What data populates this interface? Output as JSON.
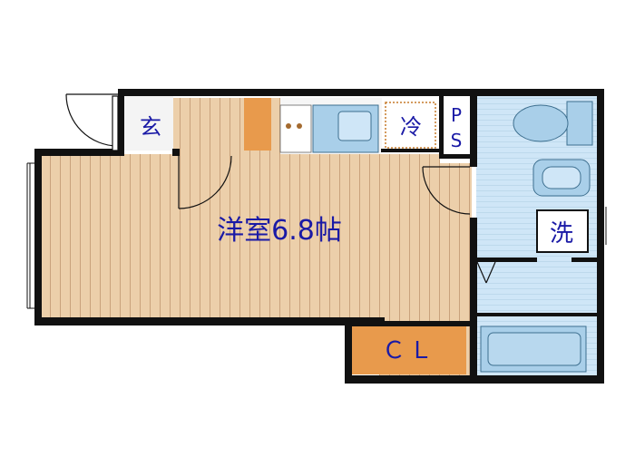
{
  "labels": {
    "entrance": "玄",
    "fridge": "冷",
    "ps": "PS",
    "ps_p": "P",
    "ps_s": "S",
    "room": "洋室6.8帖",
    "washer": "洗",
    "closet": "ＣＬ"
  },
  "colors": {
    "wall": "#111111",
    "floor_wood": "#eccfaa",
    "floor_stripe": "#c9a27c",
    "wet_area": "#cfe6f7",
    "fixture": "#a9cfe9",
    "fixture_stroke": "#3d6f8f",
    "orange": "#e89a4c",
    "label": "#1a1aa6"
  }
}
